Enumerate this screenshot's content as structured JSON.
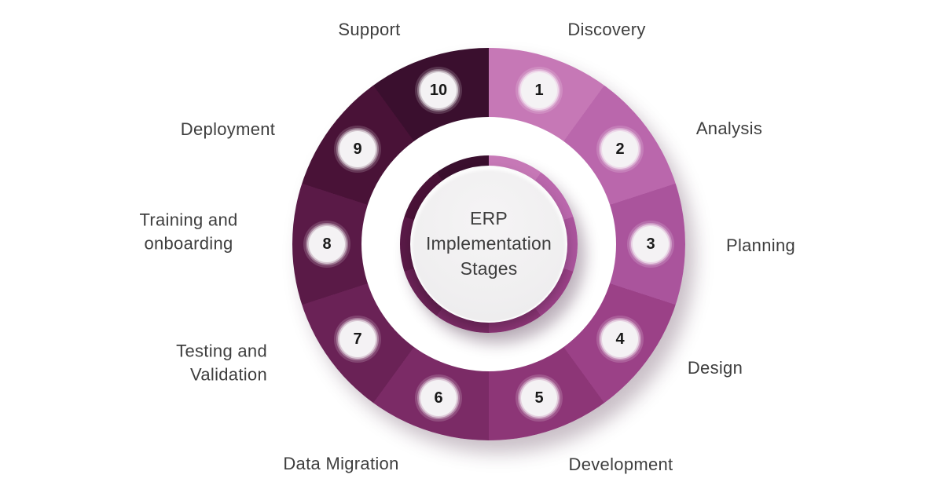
{
  "diagram": {
    "center_title": "ERP\nImplementation\nStages",
    "segment_angle_deg": 36,
    "stages": [
      {
        "number": "1",
        "label": "Discovery",
        "color": "#c678b6"
      },
      {
        "number": "2",
        "label": "Analysis",
        "color": "#ba67ac"
      },
      {
        "number": "3",
        "label": "Planning",
        "color": "#aa549c"
      },
      {
        "number": "4",
        "label": "Design",
        "color": "#9b4187"
      },
      {
        "number": "5",
        "label": "Development",
        "color": "#8d3677"
      },
      {
        "number": "6",
        "label": "Data Migration",
        "color": "#7b2b66"
      },
      {
        "number": "7",
        "label": "Testing and\nValidation",
        "color": "#6a2256"
      },
      {
        "number": "8",
        "label": "Training and\nonboarding",
        "color": "#5a1a47"
      },
      {
        "number": "9",
        "label": "Deployment",
        "color": "#491237"
      },
      {
        "number": "10",
        "label": "Support",
        "color": "#3a0f2e"
      }
    ]
  }
}
